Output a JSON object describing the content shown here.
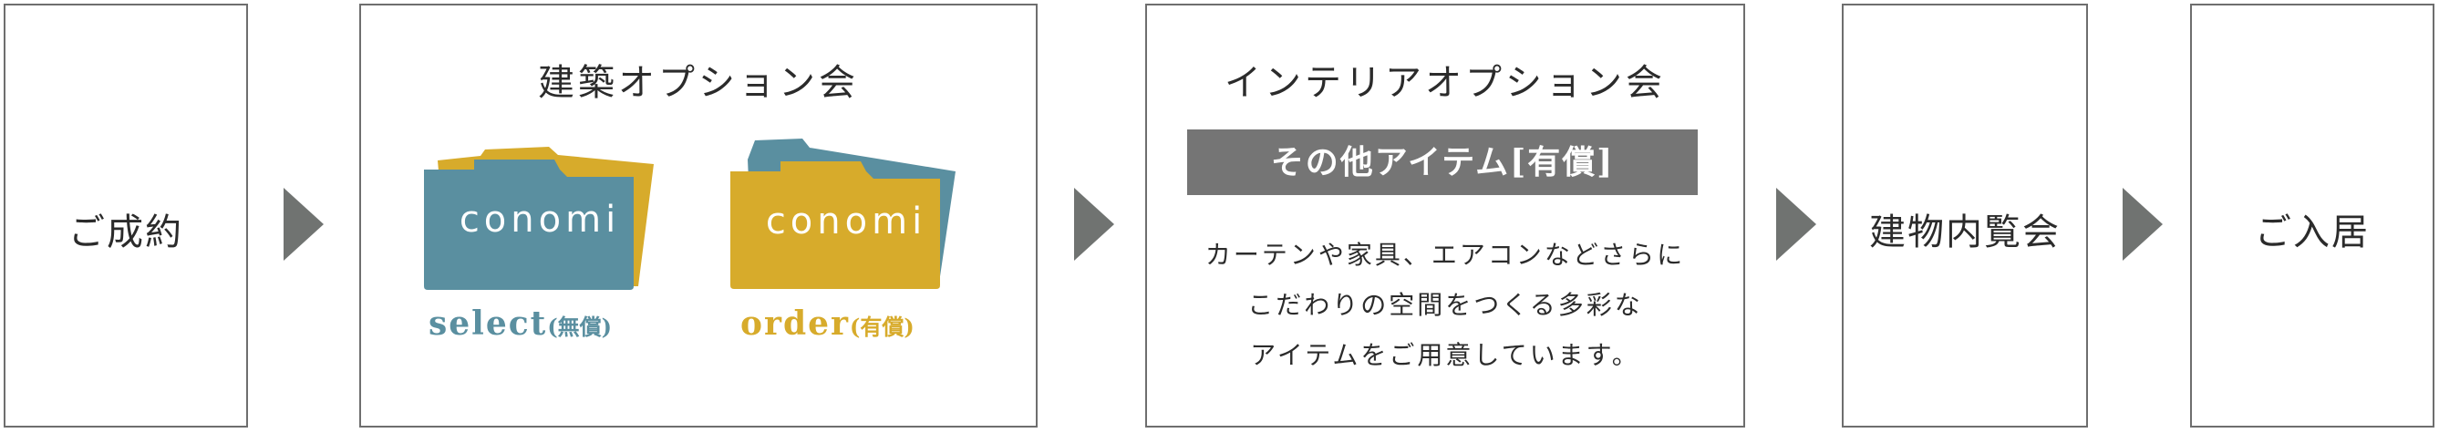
{
  "flow": {
    "step1": {
      "label": "ご成約"
    },
    "step2": {
      "title": "建築オプション会",
      "folders": [
        {
          "word": "conomi",
          "caption_main": "select",
          "caption_sub": "(無償)",
          "color": "#5a8fa0",
          "back_color": "#d7ab2b"
        },
        {
          "word": "conomi",
          "caption_main": "order",
          "caption_sub": "(有償)",
          "color": "#d7ab2b",
          "back_color": "#5a8fa0"
        }
      ]
    },
    "step3": {
      "title": "インテリアオプション会",
      "banner": "その他アイテム[有償]",
      "description": [
        "カーテンや家具、エアコンなどさらに",
        "こだわりの空間をつくる多彩な",
        "アイテムをご用意しています。"
      ]
    },
    "step4": {
      "label": "建物内覧会"
    },
    "step5": {
      "label": "ご入居"
    }
  },
  "colors": {
    "arrow": "#707371",
    "border": "#6e6e6e",
    "banner_bg": "#757575",
    "blue": "#5a8fa0",
    "gold": "#d7ab2b"
  },
  "icons": {
    "arrow": "right-arrow-icon",
    "folder": "folder-icon"
  }
}
